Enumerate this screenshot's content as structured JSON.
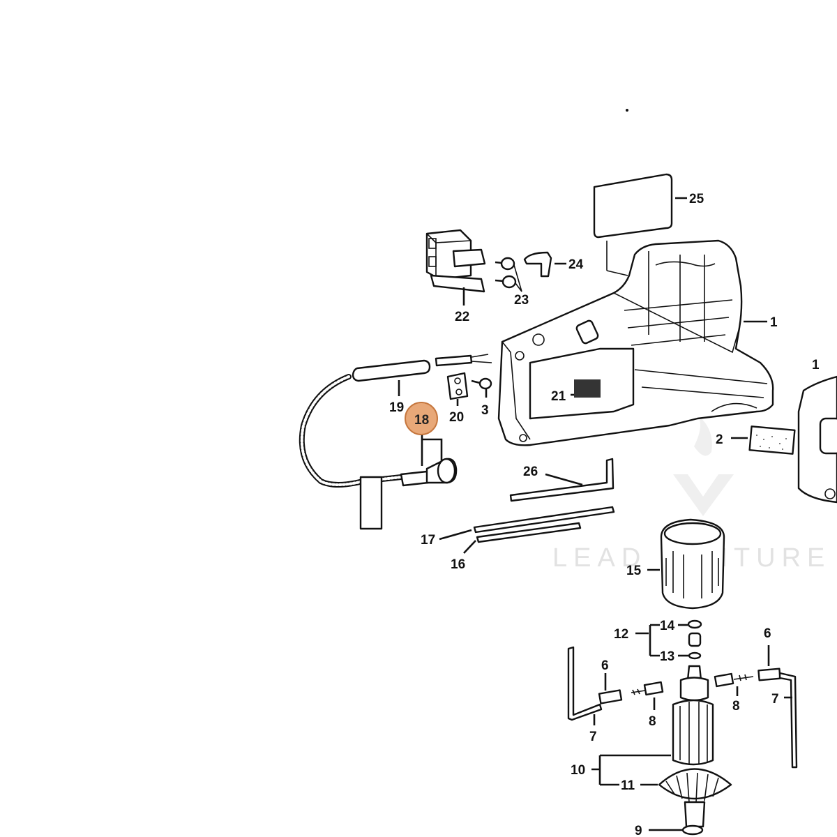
{
  "diagram": {
    "part_labels": {
      "p1a": "1",
      "p1b": "1",
      "p2": "2",
      "p3": "3",
      "p6a": "6",
      "p6b": "6",
      "p7a": "7",
      "p7b": "7",
      "p8a": "8",
      "p8b": "8",
      "p9": "9",
      "p10": "10",
      "p11": "11",
      "p12": "12",
      "p13": "13",
      "p14": "14",
      "p15": "15",
      "p16": "16",
      "p17": "17",
      "p18": "18",
      "p19": "19",
      "p20": "20",
      "p21": "21",
      "p22": "22",
      "p23": "23",
      "p24": "24",
      "p25": "25",
      "p26": "26"
    },
    "highlighted_part": "18",
    "highlight_color": "#e8a878",
    "watermark": "LEAD VENTURE"
  }
}
